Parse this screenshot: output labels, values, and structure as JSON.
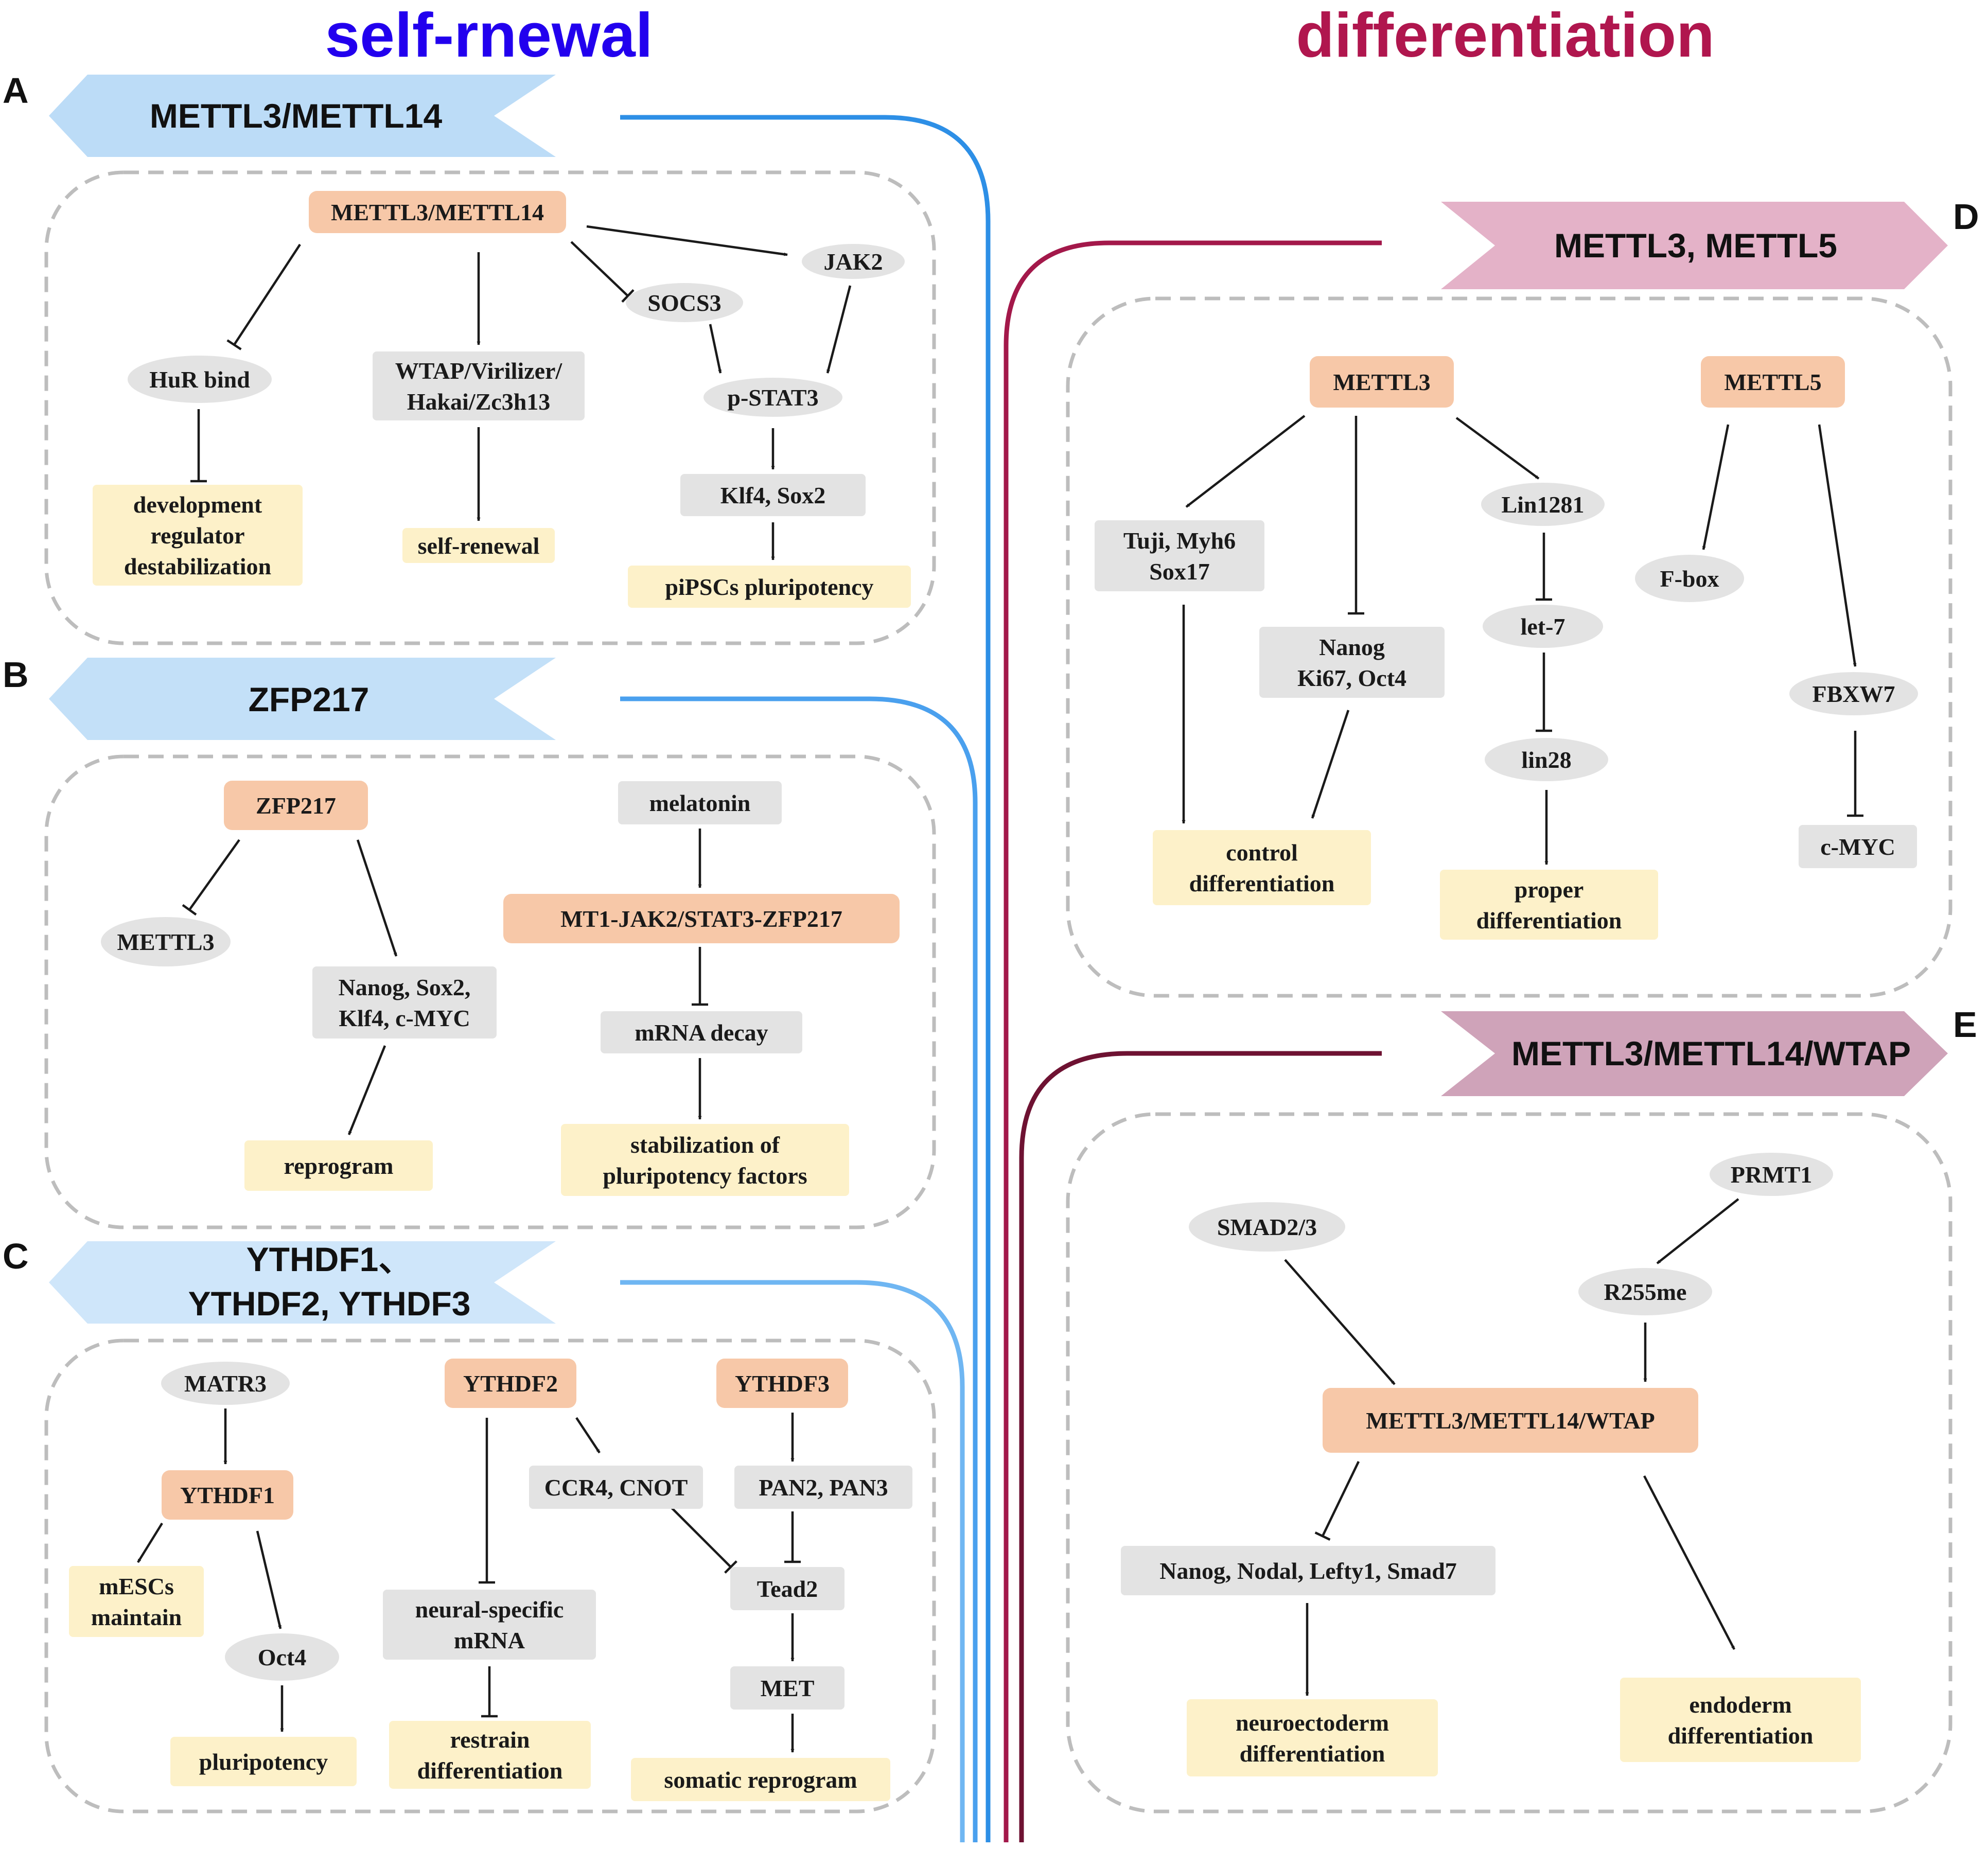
{
  "headers": {
    "left": "self-rnewal",
    "right": "differentiation"
  },
  "colors": {
    "left_header": "#2200ee",
    "right_header": "#b0164e",
    "left_banner": "#bcdcf7",
    "right_banner_d": "#e4b2c8",
    "right_banner_e": "#cfa3b9",
    "enzyme_fill": "#f7c8a8",
    "gray_fill": "#e3e3e3",
    "outcome_fill": "#fdf1c9",
    "blue_line": "#2d8fe6",
    "crimson_line": "#a3184a"
  },
  "panels": [
    {
      "id": "A",
      "banner": [
        "METTL3/METTL14"
      ]
    },
    {
      "id": "B",
      "banner": [
        "ZFP217"
      ]
    },
    {
      "id": "C",
      "banner": [
        "YTHDF1、",
        "YTHDF2, YTHDF3"
      ]
    },
    {
      "id": "D",
      "banner": [
        "METTL3, METTL5"
      ]
    },
    {
      "id": "E",
      "banner": [
        "METTL3/METTL14/WTAP"
      ]
    }
  ],
  "nodes": [
    {
      "id": "a_enz",
      "kind": "enzyme",
      "lines": [
        "METTL3/METTL14"
      ]
    },
    {
      "id": "a_jak2",
      "kind": "ellipse",
      "lines": [
        "JAK2"
      ]
    },
    {
      "id": "a_socs3",
      "kind": "ellipse",
      "lines": [
        "SOCS3"
      ]
    },
    {
      "id": "a_hur",
      "kind": "ellipse",
      "lines": [
        "HuR bind"
      ]
    },
    {
      "id": "a_wtap",
      "kind": "gray",
      "lines": [
        "WTAP/Virilizer/",
        "Hakai/Zc3h13"
      ]
    },
    {
      "id": "a_pstat3",
      "kind": "ellipse",
      "lines": [
        "p-STAT3"
      ]
    },
    {
      "id": "a_klf4",
      "kind": "gray",
      "lines": [
        "Klf4, Sox2"
      ]
    },
    {
      "id": "a_dev",
      "kind": "outcome",
      "lines": [
        "development",
        "regulator",
        "destabilization"
      ]
    },
    {
      "id": "a_selfr",
      "kind": "outcome",
      "lines": [
        "self-renewal"
      ]
    },
    {
      "id": "a_pips",
      "kind": "outcome",
      "lines": [
        "piPSCs pluripotency"
      ]
    },
    {
      "id": "b_zfp",
      "kind": "enzyme",
      "lines": [
        "ZFP217"
      ]
    },
    {
      "id": "b_mel",
      "kind": "gray",
      "lines": [
        "melatonin"
      ]
    },
    {
      "id": "b_mt1",
      "kind": "enzyme",
      "lines": [
        "MT1-JAK2/STAT3-ZFP217"
      ]
    },
    {
      "id": "b_mettl3",
      "kind": "ellipse",
      "lines": [
        "METTL3"
      ]
    },
    {
      "id": "b_nanog",
      "kind": "gray",
      "lines": [
        "Nanog, Sox2,",
        "Klf4, c-MYC"
      ]
    },
    {
      "id": "b_mrna",
      "kind": "gray",
      "lines": [
        "mRNA decay"
      ]
    },
    {
      "id": "b_repro",
      "kind": "outcome",
      "lines": [
        "reprogram"
      ]
    },
    {
      "id": "b_stab",
      "kind": "outcome",
      "lines": [
        "stabilization of",
        "pluripotency factors"
      ]
    },
    {
      "id": "c_matr3",
      "kind": "ellipse",
      "lines": [
        "MATR3"
      ]
    },
    {
      "id": "c_ythdf2",
      "kind": "enzyme",
      "lines": [
        "YTHDF2"
      ]
    },
    {
      "id": "c_ythdf3",
      "kind": "enzyme",
      "lines": [
        "YTHDF3"
      ]
    },
    {
      "id": "c_ythdf1",
      "kind": "enzyme",
      "lines": [
        "YTHDF1"
      ]
    },
    {
      "id": "c_ccr4",
      "kind": "gray",
      "lines": [
        "CCR4, CNOT"
      ]
    },
    {
      "id": "c_pan",
      "kind": "gray",
      "lines": [
        "PAN2, PAN3"
      ]
    },
    {
      "id": "c_mesc",
      "kind": "outcome",
      "lines": [
        "mESCs",
        "maintain"
      ]
    },
    {
      "id": "c_oct4",
      "kind": "ellipse",
      "lines": [
        "Oct4"
      ]
    },
    {
      "id": "c_tead2",
      "kind": "gray",
      "lines": [
        "Tead2"
      ]
    },
    {
      "id": "c_neural",
      "kind": "gray",
      "lines": [
        "neural-specific",
        "mRNA"
      ]
    },
    {
      "id": "c_met",
      "kind": "gray",
      "lines": [
        "MET"
      ]
    },
    {
      "id": "c_pluri",
      "kind": "outcome",
      "lines": [
        "pluripotency"
      ]
    },
    {
      "id": "c_restrain",
      "kind": "outcome",
      "lines": [
        "restrain",
        "differentiation"
      ]
    },
    {
      "id": "c_somatic",
      "kind": "outcome",
      "lines": [
        "somatic reprogram"
      ]
    },
    {
      "id": "d_mettl3",
      "kind": "enzyme",
      "lines": [
        "METTL3"
      ]
    },
    {
      "id": "d_mettl5",
      "kind": "enzyme",
      "lines": [
        "METTL5"
      ]
    },
    {
      "id": "d_lin1281",
      "kind": "ellipse",
      "lines": [
        "Lin1281"
      ]
    },
    {
      "id": "d_tuji",
      "kind": "gray",
      "lines": [
        "Tuji, Myh6",
        "Sox17"
      ]
    },
    {
      "id": "d_fbox",
      "kind": "ellipse",
      "lines": [
        "F-box"
      ]
    },
    {
      "id": "d_let7",
      "kind": "ellipse",
      "lines": [
        "let-7"
      ]
    },
    {
      "id": "d_nanog",
      "kind": "gray",
      "lines": [
        "Nanog",
        "Ki67, Oct4"
      ]
    },
    {
      "id": "d_fbxw7",
      "kind": "ellipse",
      "lines": [
        "FBXW7"
      ]
    },
    {
      "id": "d_lin28",
      "kind": "ellipse",
      "lines": [
        "lin28"
      ]
    },
    {
      "id": "d_cmyc",
      "kind": "gray",
      "lines": [
        "c-MYC"
      ]
    },
    {
      "id": "d_control",
      "kind": "outcome",
      "lines": [
        "control",
        "differentiation"
      ]
    },
    {
      "id": "d_proper",
      "kind": "outcome",
      "lines": [
        "proper",
        "differentiation"
      ]
    },
    {
      "id": "e_prmt1",
      "kind": "ellipse",
      "lines": [
        "PRMT1"
      ]
    },
    {
      "id": "e_smad",
      "kind": "ellipse",
      "lines": [
        "SMAD2/3"
      ]
    },
    {
      "id": "e_r255",
      "kind": "ellipse",
      "lines": [
        "R255me"
      ]
    },
    {
      "id": "e_enz",
      "kind": "enzyme",
      "lines": [
        "METTL3/METTL14/WTAP"
      ]
    },
    {
      "id": "e_nanog",
      "kind": "gray",
      "lines": [
        "Nanog, Nodal, Lefty1, Smad7"
      ]
    },
    {
      "id": "e_endo",
      "kind": "outcome",
      "lines": [
        "endoderm",
        "differentiation"
      ]
    },
    {
      "id": "e_neuro",
      "kind": "outcome",
      "lines": [
        "neuroectoderm",
        "differentiation"
      ]
    }
  ],
  "edges": [
    {
      "from": "a_enz",
      "to": "a_hur",
      "type": "inhibit"
    },
    {
      "from": "a_enz",
      "to": "a_wtap",
      "type": "activate"
    },
    {
      "from": "a_enz",
      "to": "a_socs3",
      "type": "inhibit"
    },
    {
      "from": "a_enz",
      "to": "a_jak2",
      "type": "activate"
    },
    {
      "from": "a_socs3",
      "to": "a_pstat3",
      "type": "activate"
    },
    {
      "from": "a_jak2",
      "to": "a_pstat3",
      "type": "activate"
    },
    {
      "from": "a_hur",
      "to": "a_dev",
      "type": "inhibit"
    },
    {
      "from": "a_wtap",
      "to": "a_selfr",
      "type": "activate"
    },
    {
      "from": "a_pstat3",
      "to": "a_klf4",
      "type": "activate"
    },
    {
      "from": "a_klf4",
      "to": "a_pips",
      "type": "activate"
    },
    {
      "from": "b_zfp",
      "to": "b_mettl3",
      "type": "inhibit"
    },
    {
      "from": "b_zfp",
      "to": "b_nanog",
      "type": "activate"
    },
    {
      "from": "b_nanog",
      "to": "b_repro",
      "type": "activate"
    },
    {
      "from": "b_mel",
      "to": "b_mt1",
      "type": "activate"
    },
    {
      "from": "b_mt1",
      "to": "b_mrna",
      "type": "inhibit"
    },
    {
      "from": "b_mrna",
      "to": "b_stab",
      "type": "activate"
    },
    {
      "from": "c_matr3",
      "to": "c_ythdf1",
      "type": "activate"
    },
    {
      "from": "c_ythdf1",
      "to": "c_mesc",
      "type": "activate"
    },
    {
      "from": "c_ythdf1",
      "to": "c_oct4",
      "type": "activate"
    },
    {
      "from": "c_oct4",
      "to": "c_pluri",
      "type": "activate"
    },
    {
      "from": "c_ythdf2",
      "to": "c_neural",
      "type": "inhibit"
    },
    {
      "from": "c_ythdf2",
      "to": "c_ccr4",
      "type": "activate"
    },
    {
      "from": "c_neural",
      "to": "c_restrain",
      "type": "inhibit"
    },
    {
      "from": "c_ccr4",
      "to": "c_tead2",
      "type": "inhibit"
    },
    {
      "from": "c_ythdf3",
      "to": "c_pan",
      "type": "activate"
    },
    {
      "from": "c_pan",
      "to": "c_tead2",
      "type": "inhibit"
    },
    {
      "from": "c_tead2",
      "to": "c_met",
      "type": "activate"
    },
    {
      "from": "c_met",
      "to": "c_somatic",
      "type": "activate"
    },
    {
      "from": "d_mettl3",
      "to": "d_tuji",
      "type": "activate"
    },
    {
      "from": "d_mettl3",
      "to": "d_nanog",
      "type": "inhibit"
    },
    {
      "from": "d_mettl3",
      "to": "d_lin1281",
      "type": "activate"
    },
    {
      "from": "d_tuji",
      "to": "d_control",
      "type": "activate"
    },
    {
      "from": "d_nanog",
      "to": "d_control",
      "type": "activate"
    },
    {
      "from": "d_lin1281",
      "to": "d_let7",
      "type": "inhibit"
    },
    {
      "from": "d_let7",
      "to": "d_lin28",
      "type": "inhibit"
    },
    {
      "from": "d_lin28",
      "to": "d_proper",
      "type": "activate"
    },
    {
      "from": "d_mettl5",
      "to": "d_fbox",
      "type": "activate"
    },
    {
      "from": "d_mettl5",
      "to": "d_fbxw7",
      "type": "activate"
    },
    {
      "from": "d_fbxw7",
      "to": "d_cmyc",
      "type": "inhibit"
    },
    {
      "from": "e_prmt1",
      "to": "e_r255",
      "type": "activate"
    },
    {
      "from": "e_r255",
      "to": "e_enz",
      "type": "activate"
    },
    {
      "from": "e_smad",
      "to": "e_enz",
      "type": "activate"
    },
    {
      "from": "e_enz",
      "to": "e_nanog",
      "type": "inhibit"
    },
    {
      "from": "e_enz",
      "to": "e_endo",
      "type": "activate"
    },
    {
      "from": "e_nanog",
      "to": "e_neuro",
      "type": "activate"
    }
  ]
}
